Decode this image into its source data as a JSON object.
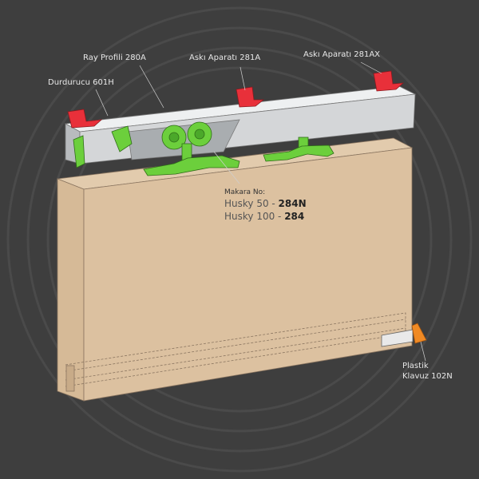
{
  "labels": {
    "ray_profili": "Ray Profili 280A",
    "aski_aparati": "Askı Aparatı 281A",
    "aski_aparati_x": "Askı Aparatı 281AX",
    "durdurucu": "Durdurucu 601H",
    "plastik_line1": "Plastik",
    "plastik_line2": "Klavuz 102N"
  },
  "makara": {
    "title": "Makara No:",
    "line1_prefix": "Husky 50 - ",
    "line1_code": "284N",
    "line2_prefix": "Husky 100 - ",
    "line2_code": "284"
  },
  "colors": {
    "background": "#3e3e3e",
    "door": "#dcc1a0",
    "rail": "#d4d6d8",
    "bracket_red": "#e8303a",
    "roller_green": "#6ccf3c",
    "guide_orange": "#f08a24"
  }
}
